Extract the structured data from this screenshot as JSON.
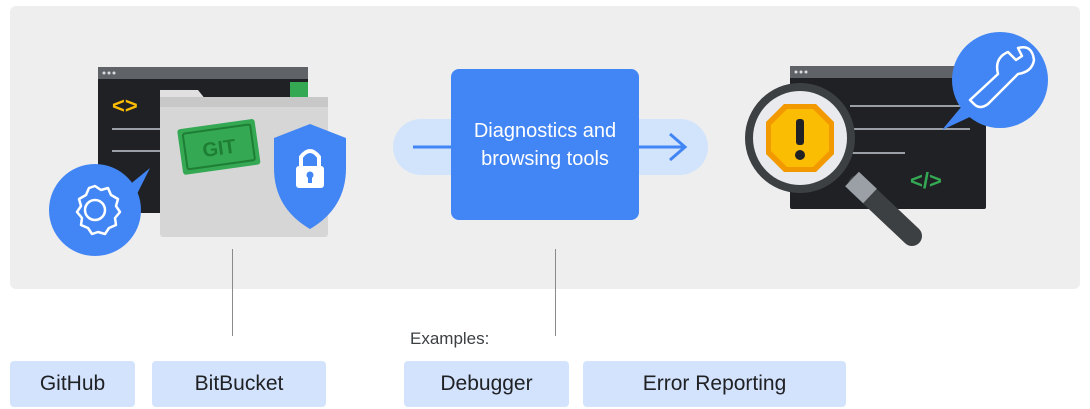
{
  "center_box": {
    "label": "Diagnostics and browsing tools"
  },
  "examples_label": "Examples:",
  "chips": [
    {
      "label": "GitHub"
    },
    {
      "label": "BitBucket"
    },
    {
      "label": "Debugger"
    },
    {
      "label": "Error Reporting"
    }
  ],
  "illustration": {
    "git_badge": "GIT",
    "code_brackets_left": "<>",
    "code_brackets_right": "</>"
  },
  "colors": {
    "panel_bg": "#eeeeee",
    "accent_blue": "#4285f4",
    "chip_bg": "#d3e3fd",
    "arrow_track": "#d2e3fc",
    "git_green": "#34a853",
    "warning_yellow": "#fbbc04",
    "screen_dark": "#202124"
  }
}
